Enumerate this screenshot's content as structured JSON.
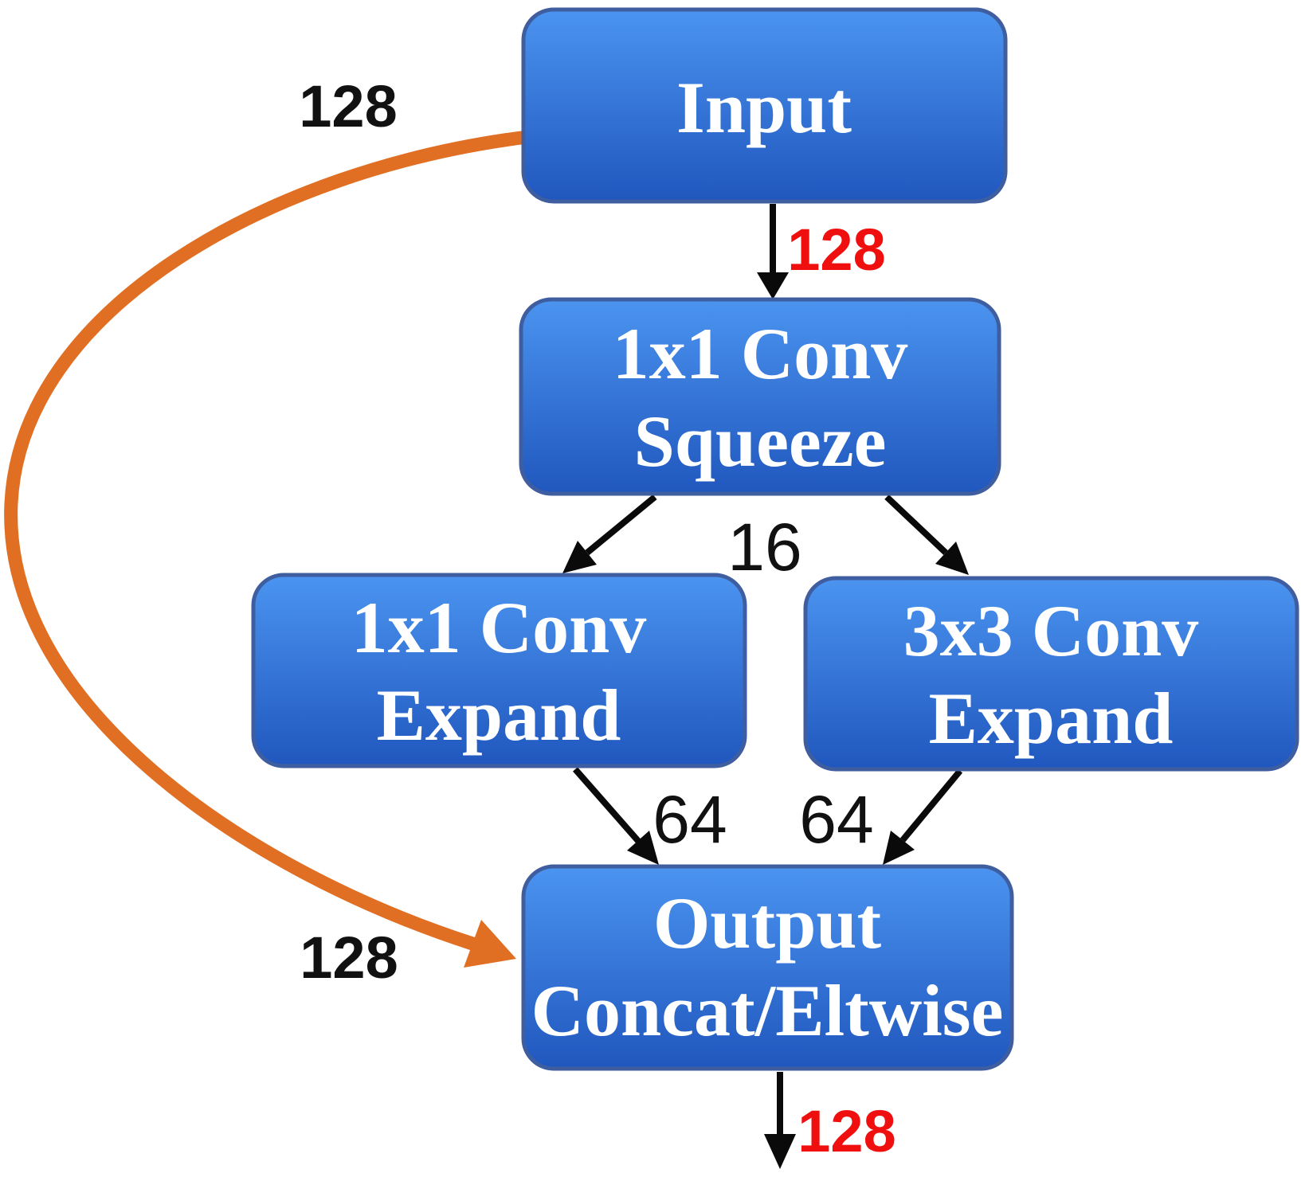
{
  "nodes": {
    "input": {
      "label": "Input"
    },
    "squeeze": {
      "line1": "1x1 Conv",
      "line2": "Squeeze"
    },
    "expand1": {
      "line1": "1x1 Conv",
      "line2": "Expand"
    },
    "expand3": {
      "line1": "3x3 Conv",
      "line2": "Expand"
    },
    "output": {
      "line1": "Output",
      "line2": "Concat/Eltwise"
    }
  },
  "edge_labels": {
    "bypass_top": "128",
    "bypass_bottom": "128",
    "input_to_squeeze": "128",
    "squeeze_out": "16",
    "expand1_to_output": "64",
    "expand3_to_output": "64",
    "output_out": "128"
  },
  "colors": {
    "box_gradient_top": "#4b94f0",
    "box_gradient_bottom": "#2057be",
    "box_border": "#3f5ea0",
    "node_text": "#ffffff",
    "arrow_black": "#0a0a0a",
    "label_black": "#111111",
    "label_red": "#f00f0f",
    "bypass_orange": "#e06f23"
  }
}
